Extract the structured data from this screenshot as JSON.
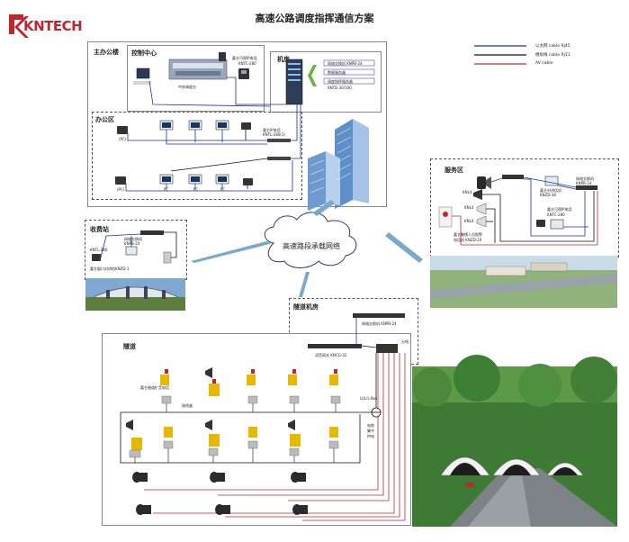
{
  "title": "高速公路调度指挥通信方案",
  "logo": {
    "text": "KNTECH",
    "accent": "#c0262e"
  },
  "legend": [
    {
      "label": "以太网 cable RJ45",
      "color": "#1a2f9e"
    },
    {
      "label": "模拟线 cable RJ11",
      "color": "#111111"
    },
    {
      "label": "AV cable",
      "color": "#c0262e"
    }
  ],
  "areas": {
    "main_office": "主办公楼",
    "control_center": "控制中心",
    "server_room": "机房",
    "office_area": "办公区",
    "service_area": "服务区",
    "toll_station": "收费站",
    "tunnel_room": "隧道机房",
    "tunnel": "隧道"
  },
  "cloud": "高速路段承载网络",
  "labels": {
    "control_phone": "嘉仑可视IP电话",
    "control_phone_model": "KNTC-280",
    "dispatch_desk": "中央调度台",
    "switch_box": "网络交换机 KNPB-24",
    "server_sys": "数据服务器",
    "dispatch_server": "调度指挥服务器",
    "dispatch_server_model": "KNTD-30/100",
    "office_phone": "嘉仑IP电话",
    "office_phone_model": "KNTL-280(1)",
    "pc1": "(PC)",
    "pc2": "(PC)",
    "pc3": "PC",
    "pc4": "PC",
    "pc5": "PC",
    "svc_switch": "网络交换机",
    "svc_switch_model": "KNPB-24",
    "svc_phone": "嘉仑可视IP电话",
    "svc_phone_model": "KNTC-280",
    "svc_speaker": "嘉仑对讲话机",
    "svc_speaker_model": "KNZD-38",
    "svc_emerg": "嘉仑触摸人员报警",
    "svc_emerg_model": "电话机 KNZD-20",
    "svc_n1": "KNL4",
    "svc_n2": "KNL4",
    "svc_n3": "KNL4",
    "toll_switch": "网络交换机",
    "toll_switch_model": "KNPB-24",
    "toll_phone": "KNTL-280",
    "toll_intercom": "嘉仑窗口对讲机KNZD-1",
    "tunnel_switch": "网络交换机 KNPB-24",
    "tunnel_gateway": "语音网关 KNCG-32",
    "tunnel_distrib": "分线",
    "tunnel_phone": "嘉仑隧道扩音电话",
    "tunnel_junction": "接线盒",
    "tunnel_cable": "电缆",
    "tunnel_cable2": "集中",
    "tunnel_cable3": "供电",
    "tunnel_fiber": "LUL/L-Box"
  }
}
